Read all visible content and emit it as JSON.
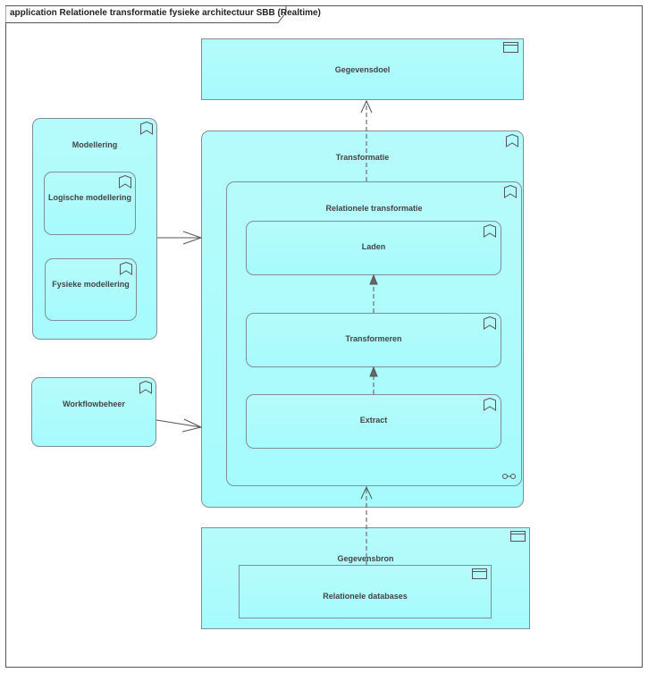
{
  "diagram": {
    "frame_title": "application Relationele transformatie fysieke architectuur SBB (Realtime)",
    "nodes": {
      "gegevensdoel": "Gegevensdoel",
      "modellering": "Modellering",
      "logische_modellering": "Logische modellering",
      "fysieke_modellering": "Fysieke modellering",
      "workflowbeheer": "Workflowbeheer",
      "transformatie": "Transformatie",
      "relationele_transformatie": "Relationele transformatie",
      "laden": "Laden",
      "transformeren": "Transformeren",
      "extract": "Extract",
      "gegevensbron": "Gegevensbron",
      "relationele_databases": "Relationele databases"
    },
    "icons": {
      "component": "component-icon",
      "function": "function-bookmark-icon",
      "interaction": "link-icon"
    }
  }
}
